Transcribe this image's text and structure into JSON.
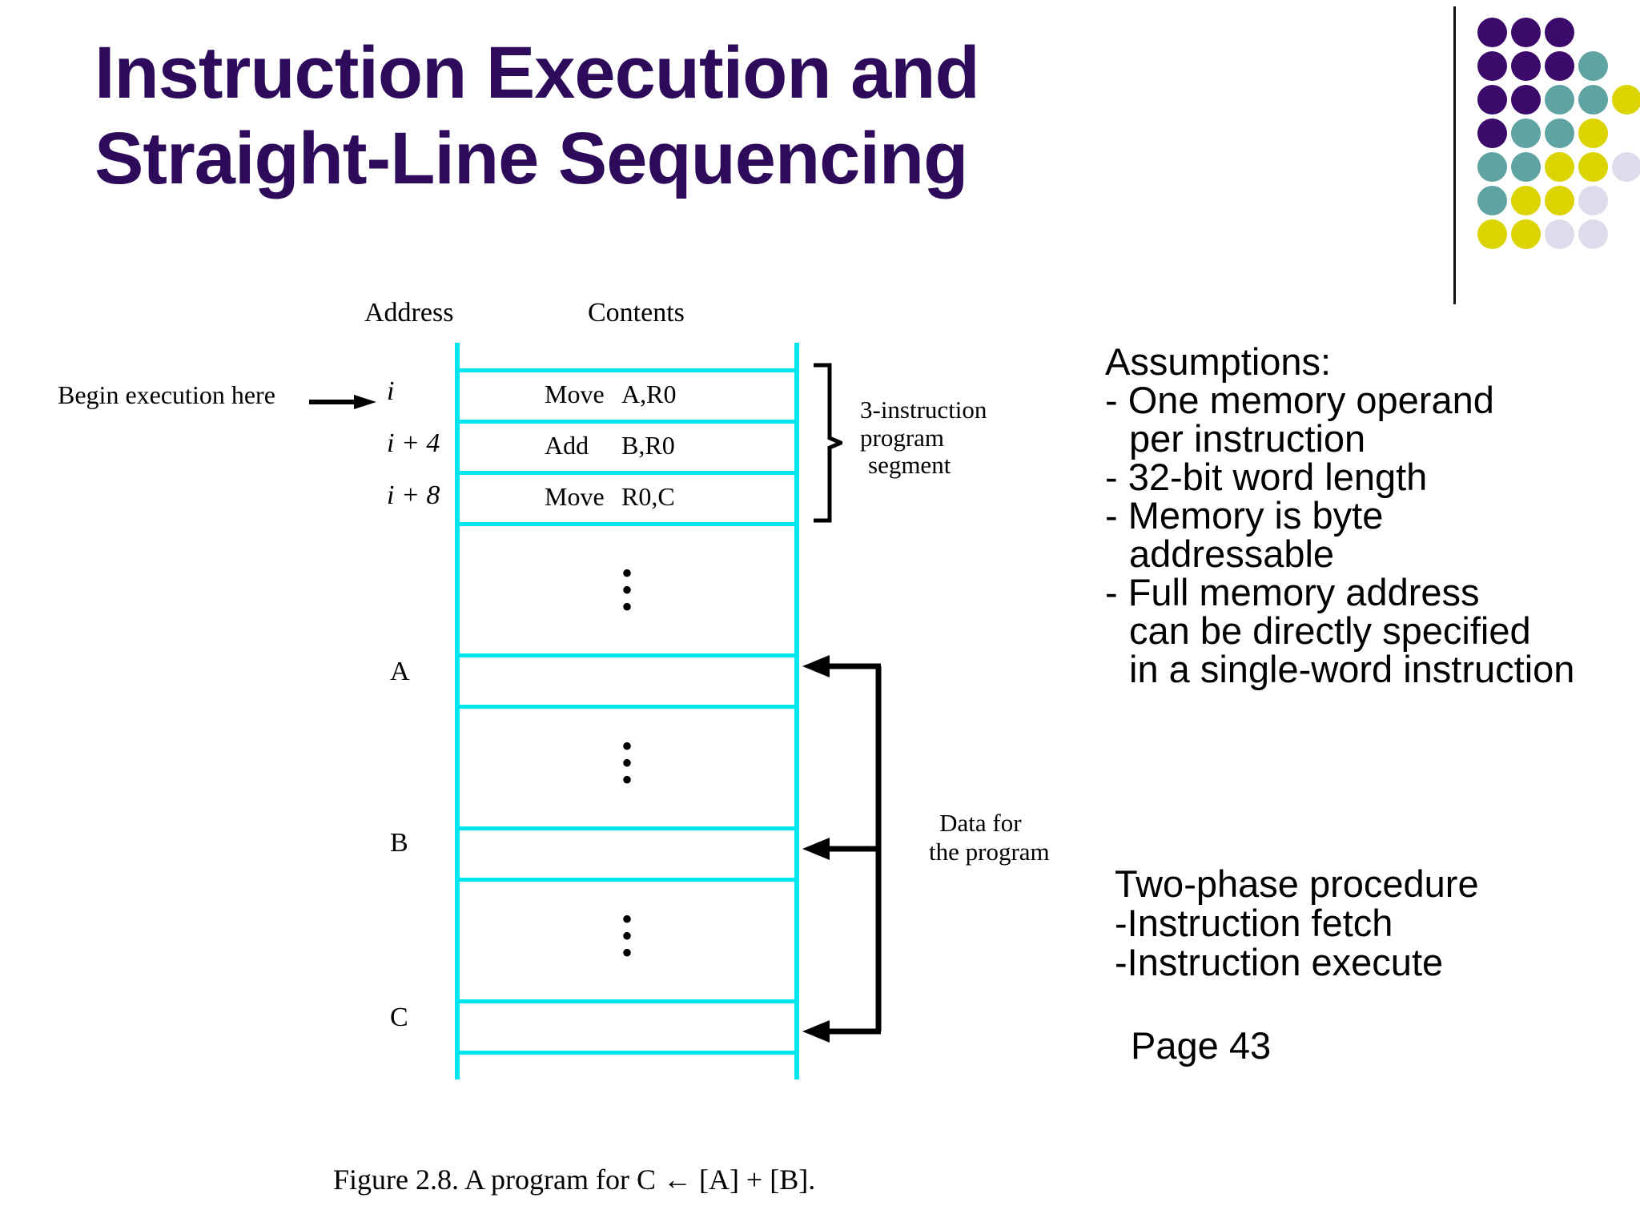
{
  "slide": {
    "title_line1": "Instruction Execution and",
    "title_line2": "Straight-Line Sequencing",
    "title_color": "#2d0b5a"
  },
  "logo": {
    "name": "dot-matrix-logo",
    "colors": {
      "purple": "#3b0a6b",
      "teal": "#5fa3a3",
      "yellow": "#dcd400",
      "lavender": "#dcdcec"
    },
    "rows": [
      [
        "purple",
        "purple",
        "purple",
        null,
        null
      ],
      [
        "purple",
        "purple",
        "purple",
        "teal",
        null
      ],
      [
        "purple",
        "purple",
        "teal",
        "teal",
        "yellow"
      ],
      [
        "purple",
        "teal",
        "teal",
        "yellow",
        null
      ],
      [
        "teal",
        "teal",
        "yellow",
        "yellow",
        "lavender"
      ],
      [
        "teal",
        "yellow",
        "yellow",
        "lavender",
        null
      ],
      [
        "yellow",
        "yellow",
        "lavender",
        "lavender",
        null
      ]
    ]
  },
  "diagram": {
    "headers": {
      "address": "Address",
      "contents": "Contents"
    },
    "begin_label": "Begin execution here",
    "memory_rows": [
      {
        "address": "i",
        "op": "Move",
        "arg": "A,R0"
      },
      {
        "address": "i + 4",
        "op": "Add",
        "arg": "B,R0"
      },
      {
        "address": "i + 8",
        "op": "Move",
        "arg": "R0,C"
      }
    ],
    "data_labels": {
      "a": "A",
      "b": "B",
      "c": "C"
    },
    "ellipsis": "•",
    "segment_label_lines": [
      "3-instruction",
      "program",
      "segment"
    ],
    "data_label_lines": [
      "Data for",
      "the program"
    ],
    "caption": "Figure 2.8.  A program for C ← [A] + [B]."
  },
  "notes": {
    "assumptions_heading": "Assumptions:",
    "assumptions": [
      {
        "text": "- One memory operand",
        "indent": false
      },
      {
        "text": "per instruction",
        "indent": true
      },
      {
        "text": "- 32-bit word length",
        "indent": false
      },
      {
        "text": "- Memory is byte",
        "indent": false
      },
      {
        "text": "addressable",
        "indent": true
      },
      {
        "text": "- Full memory address",
        "indent": false
      },
      {
        "text": "can be directly specified",
        "indent": true
      },
      {
        "text": "in a single-word instruction",
        "indent": true
      }
    ],
    "two_phase": [
      "Two-phase procedure",
      "-Instruction fetch",
      "-Instruction execute"
    ],
    "page_number": "Page 43"
  }
}
